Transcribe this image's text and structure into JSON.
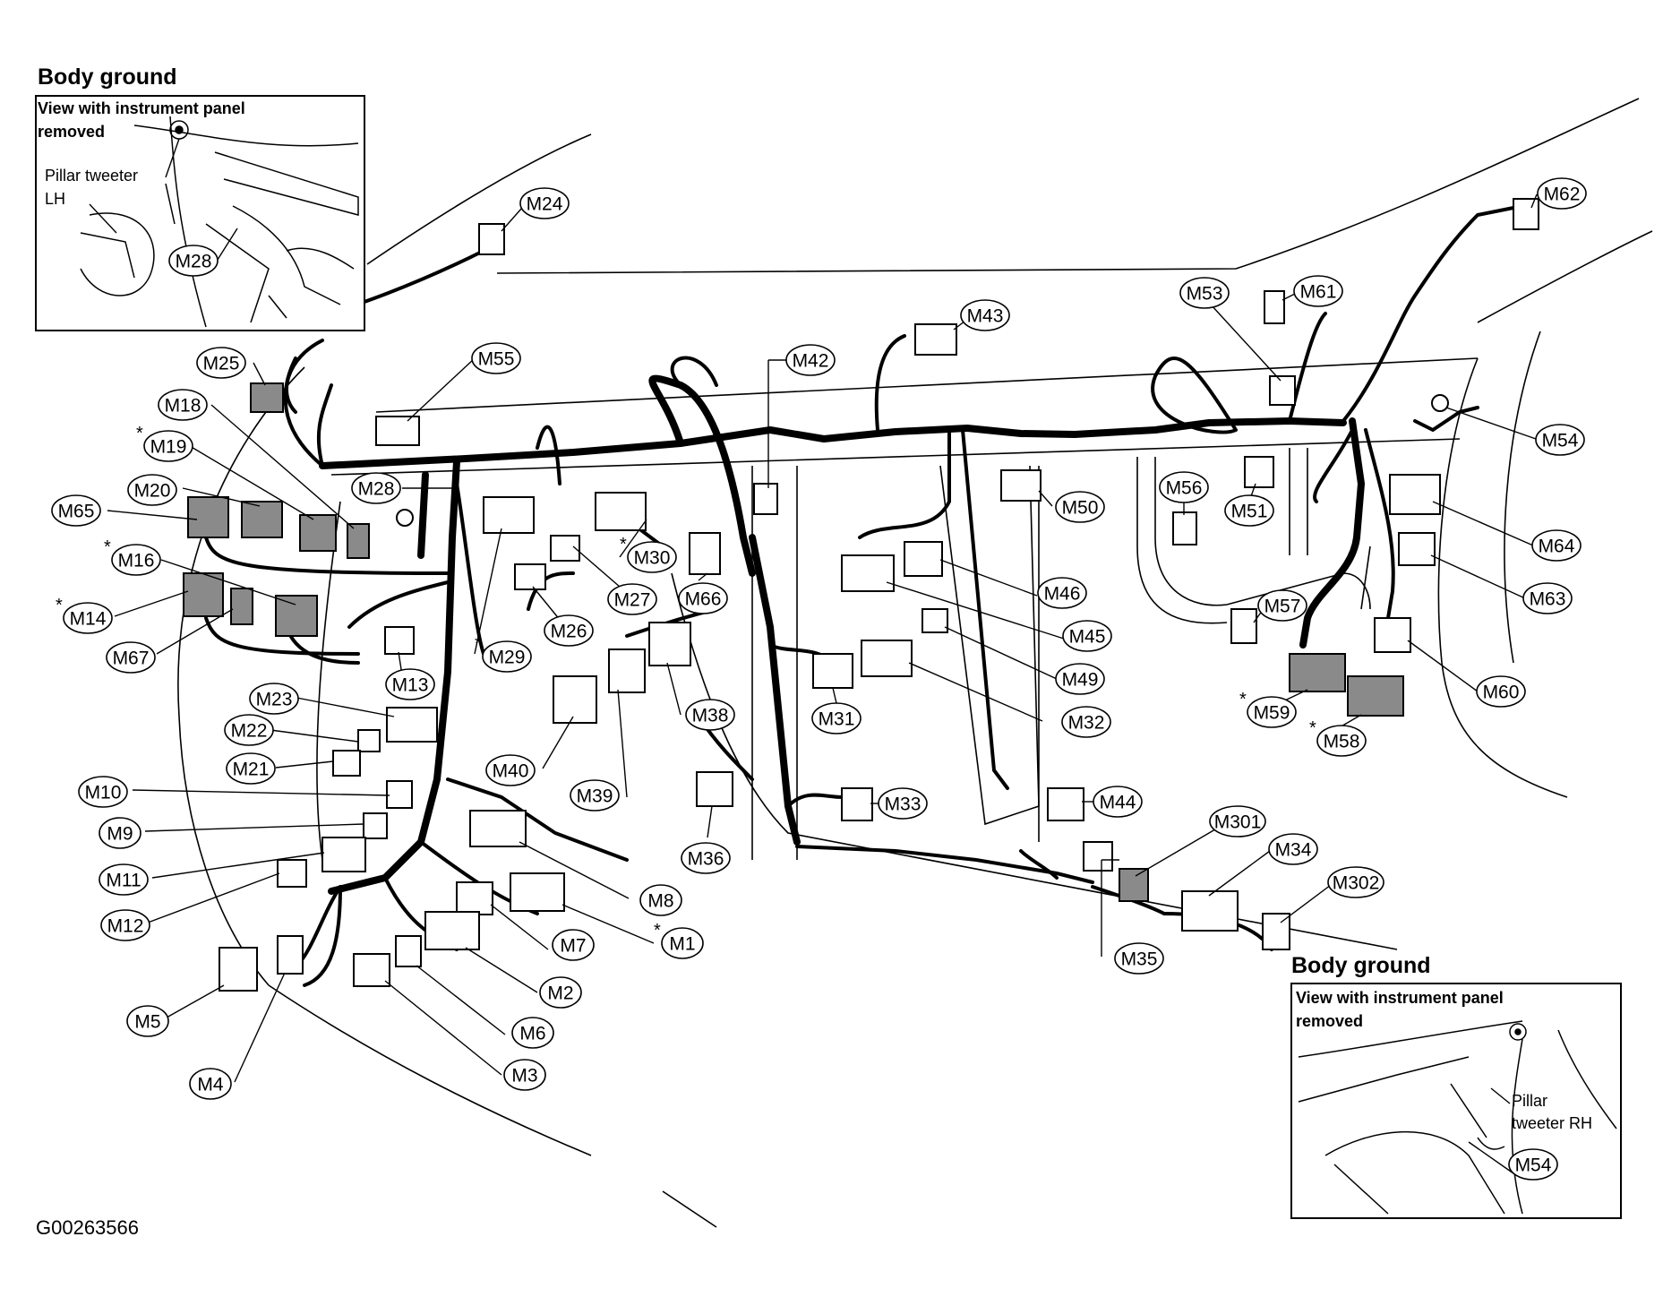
{
  "diagram_id": "G00263566",
  "insets": {
    "left": {
      "heading": "Body ground",
      "caption_line1": "View with instrument panel",
      "caption_line2": "removed",
      "label_line1": "Pillar tweeter",
      "label_line2": "LH",
      "connector": "M28"
    },
    "right": {
      "heading": "Body ground",
      "caption_line1": "View with instrument panel",
      "caption_line2": "removed",
      "label_line1": "Pillar",
      "label_line2": "tweeter RH",
      "connector": "M54"
    }
  },
  "asterisk": "*",
  "callouts": [
    {
      "label": "M24",
      "star": false
    },
    {
      "label": "M25",
      "star": false
    },
    {
      "label": "M18",
      "star": false
    },
    {
      "label": "M19",
      "star": true
    },
    {
      "label": "M20",
      "star": false
    },
    {
      "label": "M65",
      "star": false
    },
    {
      "label": "M16",
      "star": true
    },
    {
      "label": "M14",
      "star": true
    },
    {
      "label": "M67",
      "star": false
    },
    {
      "label": "M13",
      "star": false
    },
    {
      "label": "M23",
      "star": false
    },
    {
      "label": "M22",
      "star": false
    },
    {
      "label": "M21",
      "star": false
    },
    {
      "label": "M10",
      "star": false
    },
    {
      "label": "M9",
      "star": false
    },
    {
      "label": "M11",
      "star": false
    },
    {
      "label": "M12",
      "star": false
    },
    {
      "label": "M5",
      "star": false
    },
    {
      "label": "M4",
      "star": false
    },
    {
      "label": "M55",
      "star": false
    },
    {
      "label": "M28",
      "star": false
    },
    {
      "label": "M30",
      "star": true
    },
    {
      "label": "M27",
      "star": false
    },
    {
      "label": "M66",
      "star": false
    },
    {
      "label": "M26",
      "star": false
    },
    {
      "label": "M29",
      "star": true
    },
    {
      "label": "M38",
      "star": false
    },
    {
      "label": "M40",
      "star": false
    },
    {
      "label": "M39",
      "star": false
    },
    {
      "label": "M36",
      "star": false
    },
    {
      "label": "M8",
      "star": false
    },
    {
      "label": "M1",
      "star": true
    },
    {
      "label": "M7",
      "star": false
    },
    {
      "label": "M2",
      "star": false
    },
    {
      "label": "M6",
      "star": false
    },
    {
      "label": "M3",
      "star": false
    },
    {
      "label": "M42",
      "star": false
    },
    {
      "label": "M43",
      "star": false
    },
    {
      "label": "M50",
      "star": false
    },
    {
      "label": "M46",
      "star": false
    },
    {
      "label": "M45",
      "star": false
    },
    {
      "label": "M49",
      "star": false
    },
    {
      "label": "M31",
      "star": false
    },
    {
      "label": "M32",
      "star": false
    },
    {
      "label": "M33",
      "star": false
    },
    {
      "label": "M44",
      "star": false
    },
    {
      "label": "M53",
      "star": false
    },
    {
      "label": "M61",
      "star": false
    },
    {
      "label": "M62",
      "star": false
    },
    {
      "label": "M54",
      "star": false
    },
    {
      "label": "M56",
      "star": false
    },
    {
      "label": "M51",
      "star": false
    },
    {
      "label": "M64",
      "star": false
    },
    {
      "label": "M63",
      "star": false
    },
    {
      "label": "M57",
      "star": false
    },
    {
      "label": "M60",
      "star": false
    },
    {
      "label": "M59",
      "star": true
    },
    {
      "label": "M58",
      "star": true
    },
    {
      "label": "M301",
      "star": false
    },
    {
      "label": "M34",
      "star": false
    },
    {
      "label": "M302",
      "star": false
    },
    {
      "label": "M35",
      "star": false
    }
  ]
}
